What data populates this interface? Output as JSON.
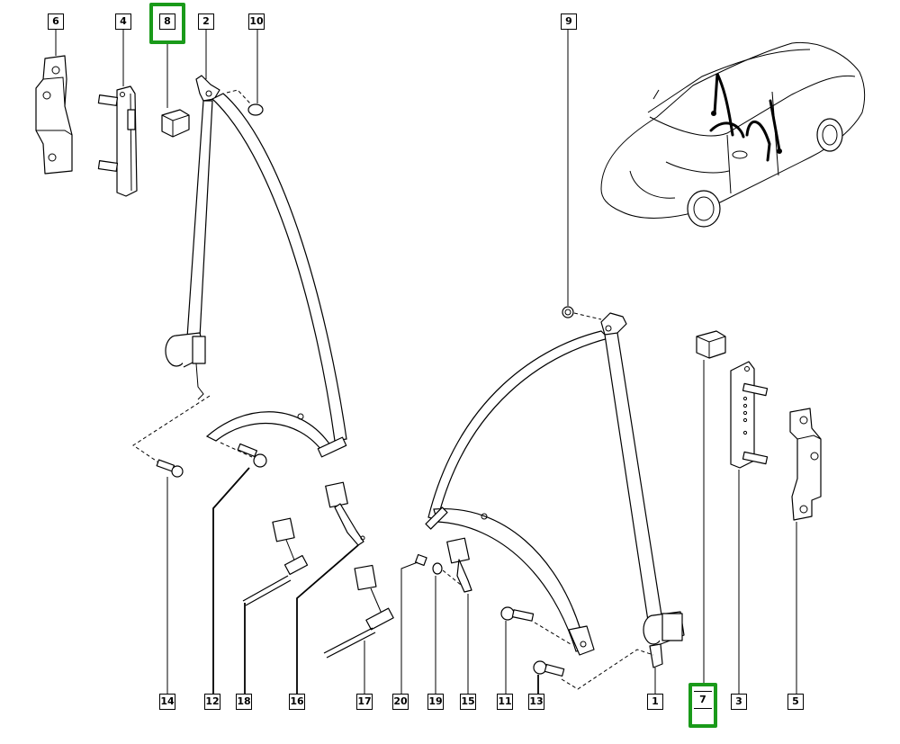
{
  "diagram": {
    "title": "Front seat belts – exploded parts view",
    "highlight_color": "#1a9a1a",
    "selected_parts": [
      "8",
      "7"
    ],
    "callouts": [
      {
        "id": "6",
        "label": "6"
      },
      {
        "id": "4",
        "label": "4"
      },
      {
        "id": "8",
        "label": "8"
      },
      {
        "id": "2",
        "label": "2"
      },
      {
        "id": "10",
        "label": "10"
      },
      {
        "id": "9",
        "label": "9"
      },
      {
        "id": "14",
        "label": "14"
      },
      {
        "id": "12",
        "label": "12"
      },
      {
        "id": "18",
        "label": "18"
      },
      {
        "id": "16",
        "label": "16"
      },
      {
        "id": "17",
        "label": "17"
      },
      {
        "id": "20",
        "label": "20"
      },
      {
        "id": "19",
        "label": "19"
      },
      {
        "id": "15",
        "label": "15"
      },
      {
        "id": "11",
        "label": "11"
      },
      {
        "id": "13",
        "label": "13"
      },
      {
        "id": "1",
        "label": "1"
      },
      {
        "id": "7",
        "label": "7"
      },
      {
        "id": "3",
        "label": "3"
      },
      {
        "id": "5",
        "label": "5"
      }
    ],
    "parts": [
      {
        "id": "1",
        "icon": "seat-belt-retractor-right"
      },
      {
        "id": "2",
        "icon": "seat-belt-retractor-left"
      },
      {
        "id": "3",
        "icon": "height-adjuster-rail-right"
      },
      {
        "id": "4",
        "icon": "height-adjuster-rail-left"
      },
      {
        "id": "5",
        "icon": "mounting-bracket-right"
      },
      {
        "id": "6",
        "icon": "mounting-bracket-left"
      },
      {
        "id": "7",
        "icon": "trim-cap-right"
      },
      {
        "id": "8",
        "icon": "trim-cap-left"
      },
      {
        "id": "9",
        "icon": "nut-right"
      },
      {
        "id": "10",
        "icon": "cap-nut-left"
      },
      {
        "id": "11",
        "icon": "bolt"
      },
      {
        "id": "12",
        "icon": "bolt"
      },
      {
        "id": "13",
        "icon": "bolt"
      },
      {
        "id": "14",
        "icon": "bolt"
      },
      {
        "id": "15",
        "icon": "buckle-stalk"
      },
      {
        "id": "16",
        "icon": "buckle-stalk"
      },
      {
        "id": "17",
        "icon": "pretensioner-buckle"
      },
      {
        "id": "18",
        "icon": "pretensioner-buckle"
      },
      {
        "id": "19",
        "icon": "washer"
      },
      {
        "id": "20",
        "icon": "screw"
      }
    ],
    "vehicle_icon": "sedan-location-thumbnail"
  }
}
